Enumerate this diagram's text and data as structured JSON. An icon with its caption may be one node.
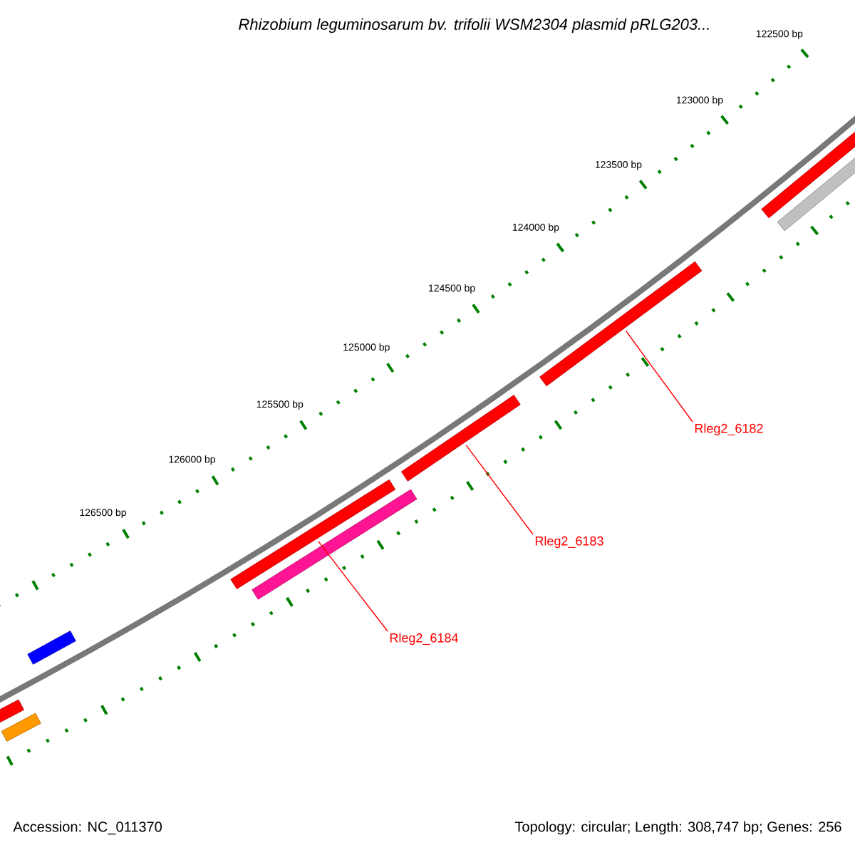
{
  "diagram": {
    "title": "Rhizobium leguminosarum bv. trifolii WSM2304 plasmid pRLG203...",
    "nodes": [
      {
        "text": [],
        "shape": "bar"
      },
      {
        "text": [],
        "shape": "bar"
      },
      {
        "text": [],
        "shape": "bar"
      },
      {
        "text": [],
        "shape": "bar"
      },
      {
        "text": [],
        "shape": "bar"
      },
      {
        "text": [],
        "shape": "bar"
      },
      {
        "text": [],
        "shape": "bar"
      },
      {
        "text": [],
        "shape": "bar"
      },
      {
        "text": [],
        "shape": "bar"
      },
      {
        "text": [
          "Rleg2_6182"
        ]
      },
      {
        "text": [
          "Rleg2_6183"
        ]
      },
      {
        "text": [
          "Rleg2_6184"
        ]
      }
    ],
    "edges": [
      {
        "from": 9,
        "to": 2,
        "arrow": "none"
      },
      {
        "from": 10,
        "to": 3,
        "arrow": "none"
      },
      {
        "from": 11,
        "to": 4,
        "arrow": "none"
      }
    ],
    "labels": [
      "122500 bp",
      "123000 bp",
      "123500 bp",
      "124000 bp",
      "124500 bp",
      "125000 bp",
      "125500 bp",
      "126000 bp",
      "126500 bp",
      "Accession: NC_011370",
      "Topology: circular; Length: 308,747 bp; Genes: 256"
    ]
  }
}
